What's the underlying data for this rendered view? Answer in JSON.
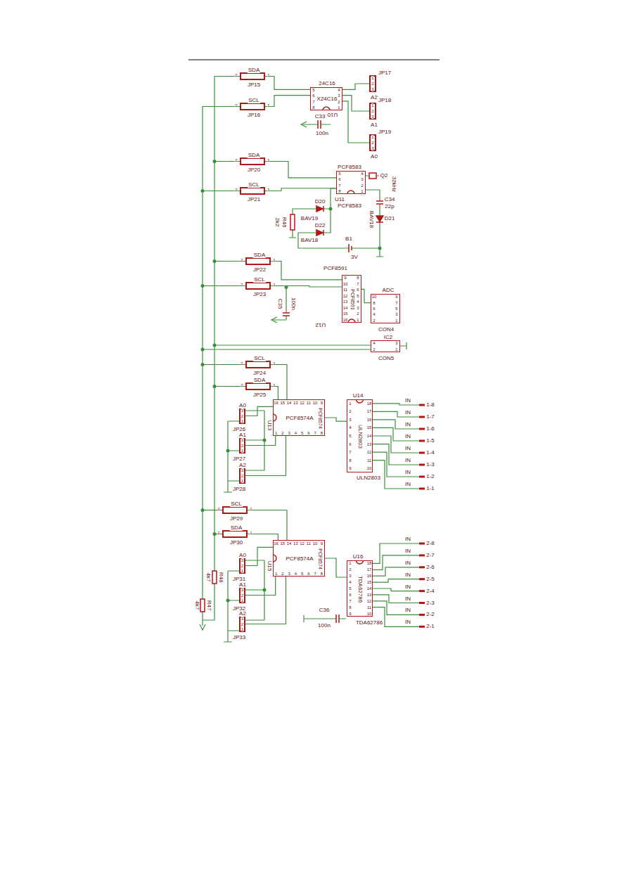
{
  "diagram": {
    "nodes": [
      {
        "text": [
          "SDA",
          "JP15"
        ]
      },
      {
        "text": [
          "SCL",
          "JP16"
        ]
      },
      {
        "text": [
          "24C16",
          "X24C16",
          "U10"
        ]
      },
      {
        "text": [
          "JP17",
          "A2"
        ]
      },
      {
        "text": [
          "JP18",
          "A1"
        ]
      },
      {
        "text": [
          "JP19",
          "A0"
        ]
      },
      {
        "text": [
          "SDA",
          "JP20"
        ]
      },
      {
        "text": [
          "SCL",
          "JP21"
        ]
      },
      {
        "text": [
          "PCF8583",
          "U11",
          "PCF8583"
        ]
      },
      {
        "text": [
          "SDA",
          "JP22"
        ]
      },
      {
        "text": [
          "SCL",
          "JP23"
        ]
      },
      {
        "text": [
          "PCF8591",
          "PCF8591",
          "U12"
        ]
      },
      {
        "text": [
          "ADC",
          "CON4"
        ]
      },
      {
        "text": [
          "IC2",
          "CON5"
        ]
      },
      {
        "text": [
          "SCL",
          "JP24"
        ]
      },
      {
        "text": [
          "SDA",
          "JP25"
        ]
      },
      {
        "text": [
          "PCF8574A",
          "U13",
          "PCF8574"
        ]
      },
      {
        "text": [
          "A0",
          "JP26"
        ]
      },
      {
        "text": [
          "A1",
          "JP27"
        ]
      },
      {
        "text": [
          "A2",
          "JP28"
        ]
      },
      {
        "text": [
          "U14",
          "ULN2803",
          "ULN2803"
        ]
      },
      {
        "text": [
          "SCL",
          "JP29"
        ]
      },
      {
        "text": [
          "SDA",
          "JP30"
        ]
      },
      {
        "text": [
          "PCF8574A",
          "U15",
          "PCF8574"
        ]
      },
      {
        "text": [
          "A0",
          "JP31"
        ]
      },
      {
        "text": [
          "A1",
          "JP32"
        ]
      },
      {
        "text": [
          "A2",
          "JP33"
        ]
      },
      {
        "text": [
          "U16",
          "TDA62786",
          "TDA62786"
        ]
      }
    ],
    "edges": [
      {
        "from": 0,
        "to": 2,
        "arrow": "none"
      },
      {
        "from": 1,
        "to": 2,
        "arrow": "none"
      },
      {
        "from": 3,
        "to": 2,
        "arrow": "none"
      },
      {
        "from": 4,
        "to": 2,
        "arrow": "none"
      },
      {
        "from": 5,
        "to": 2,
        "arrow": "none"
      },
      {
        "from": 6,
        "to": 8,
        "arrow": "none"
      },
      {
        "from": 7,
        "to": 8,
        "arrow": "none"
      },
      {
        "from": 9,
        "to": 11,
        "arrow": "none"
      },
      {
        "from": 10,
        "to": 11,
        "arrow": "none"
      },
      {
        "from": 11,
        "to": 12,
        "arrow": "none"
      },
      {
        "from": 14,
        "to": 16,
        "arrow": "none"
      },
      {
        "from": 15,
        "to": 16,
        "arrow": "none"
      },
      {
        "from": 17,
        "to": 16,
        "arrow": "none"
      },
      {
        "from": 18,
        "to": 16,
        "arrow": "none"
      },
      {
        "from": 19,
        "to": 16,
        "arrow": "none"
      },
      {
        "from": 16,
        "to": 20,
        "arrow": "none"
      },
      {
        "from": 21,
        "to": 23,
        "arrow": "none"
      },
      {
        "from": 22,
        "to": 23,
        "arrow": "none"
      },
      {
        "from": 24,
        "to": 23,
        "arrow": "none"
      },
      {
        "from": 25,
        "to": 23,
        "arrow": "none"
      },
      {
        "from": 26,
        "to": 23,
        "arrow": "none"
      },
      {
        "from": 23,
        "to": 27,
        "arrow": "none"
      }
    ],
    "labels": [
      "2",
      "1",
      "2",
      "1",
      "2",
      "1",
      "2",
      "1",
      "2",
      "1",
      "2",
      "1",
      "2",
      "1",
      "2",
      "1",
      "2",
      "1",
      "2",
      "1",
      "1",
      "2",
      "3",
      "1",
      "2",
      "3",
      "1",
      "2",
      "3",
      "3",
      "2",
      "1",
      "3",
      "2",
      "1",
      "3",
      "2",
      "1",
      "3",
      "2",
      "1",
      "3",
      "2",
      "1",
      "3",
      "2",
      "1",
      "5",
      "6",
      "7",
      "8",
      "4",
      "3",
      "2",
      "1",
      "5",
      "6",
      "7",
      "8",
      "4",
      "3",
      "2",
      "1",
      "9",
      "10",
      "11",
      "12",
      "13",
      "14",
      "15",
      "16",
      "8",
      "7",
      "6",
      "5",
      "4",
      "3",
      "2",
      "1",
      "16",
      "15",
      "14",
      "13",
      "12",
      "11",
      "10",
      "9",
      "1",
      "2",
      "3",
      "4",
      "5",
      "6",
      "7",
      "8",
      "1",
      "2",
      "3",
      "4",
      "5",
      "6",
      "7",
      "8",
      "9",
      "18",
      "17",
      "16",
      "15",
      "14",
      "13",
      "12",
      "11",
      "10",
      "16",
      "15",
      "14",
      "13",
      "12",
      "11",
      "10",
      "9",
      "1",
      "2",
      "3",
      "4",
      "5",
      "6",
      "7",
      "8",
      "1",
      "2",
      "3",
      "4",
      "5",
      "6",
      "7",
      "8",
      "9",
      "18",
      "17",
      "16",
      "15",
      "14",
      "13",
      "12",
      "11",
      "10",
      "10",
      "8",
      "6",
      "4",
      "2",
      "9",
      "7",
      "5",
      "3",
      "1",
      "4",
      "2",
      "3",
      "1",
      "C33",
      "100n",
      "Q2",
      "32kHz",
      "C34",
      "22p",
      "D20",
      "BAV19",
      "D22",
      "BAV18",
      "R46",
      "2k2",
      "D21",
      "BAV18",
      "B1",
      "3V",
      "C35",
      "100n",
      "C36",
      "100n",
      "R48",
      "4k7",
      "R47",
      "4k7",
      "IN",
      "1-8",
      "IN",
      "1-7",
      "IN",
      "1-6",
      "IN",
      "1-5",
      "IN",
      "1-4",
      "IN",
      "1-3",
      "IN",
      "1-2",
      "IN",
      "1-1",
      "IN",
      "2-8",
      "IN",
      "2-7",
      "IN",
      "2-6",
      "IN",
      "2-5",
      "IN",
      "2-4",
      "IN",
      "2-3",
      "IN",
      "2-2",
      "IN",
      "2-1"
    ]
  }
}
